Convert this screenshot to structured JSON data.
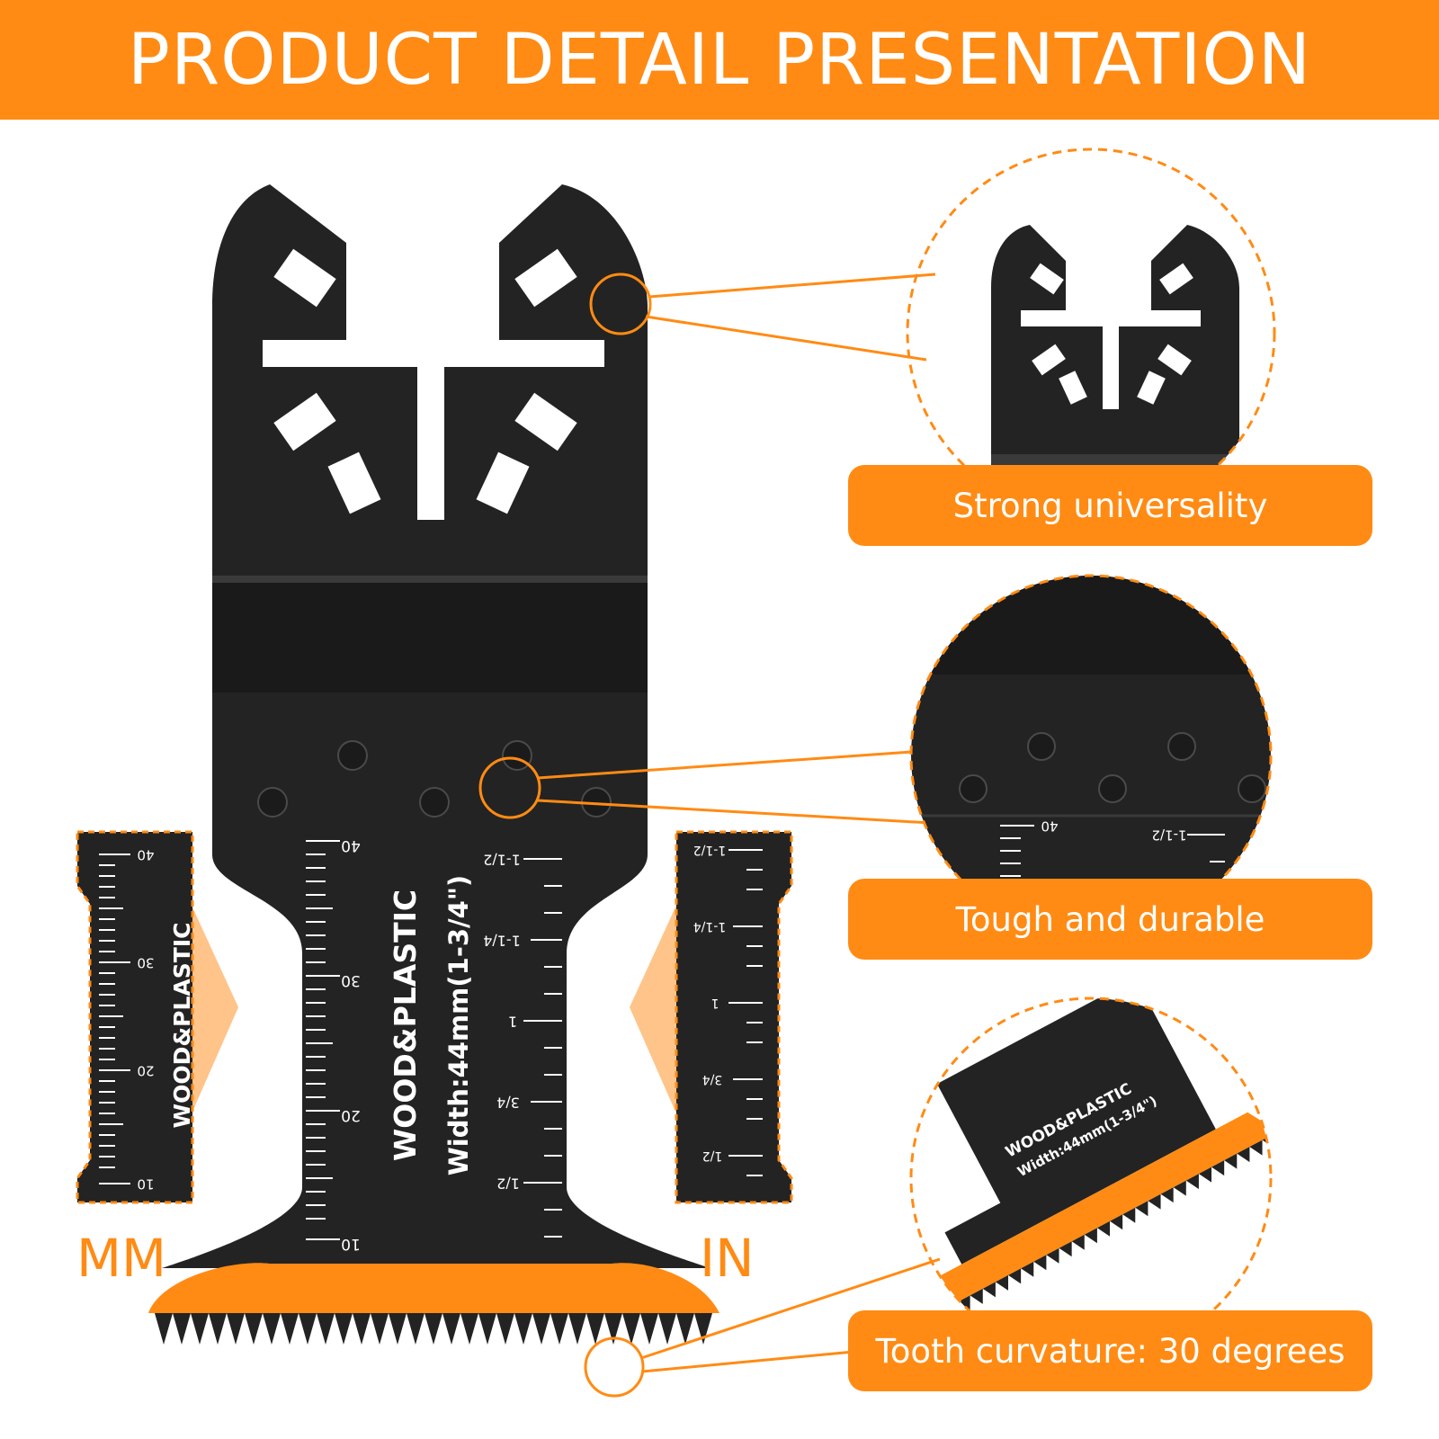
{
  "header": {
    "title": "PRODUCT DETAIL PRESENTATION"
  },
  "features": [
    {
      "label": "Strong universality",
      "icon": "mount-interface-icon"
    },
    {
      "label": "Tough and durable",
      "icon": "rivet-closeup-icon"
    },
    {
      "label": "Tooth curvature: 30 degrees",
      "icon": "tooth-edge-icon"
    }
  ],
  "units": {
    "metric": "MM",
    "imperial": "IN"
  },
  "blade": {
    "material_label": "WOOD&PLASTIC",
    "width_label": "Width:44mm(1-3/4\")",
    "mm_ticks": [
      "40",
      "30",
      "20",
      "10"
    ],
    "inch_ticks": [
      "1-1/2",
      "1-1/4",
      "1",
      "3/4",
      "1/2"
    ]
  },
  "colors": {
    "accent": "#ff8b14",
    "blade": "#2b2b2b",
    "background": "#ffffff"
  }
}
